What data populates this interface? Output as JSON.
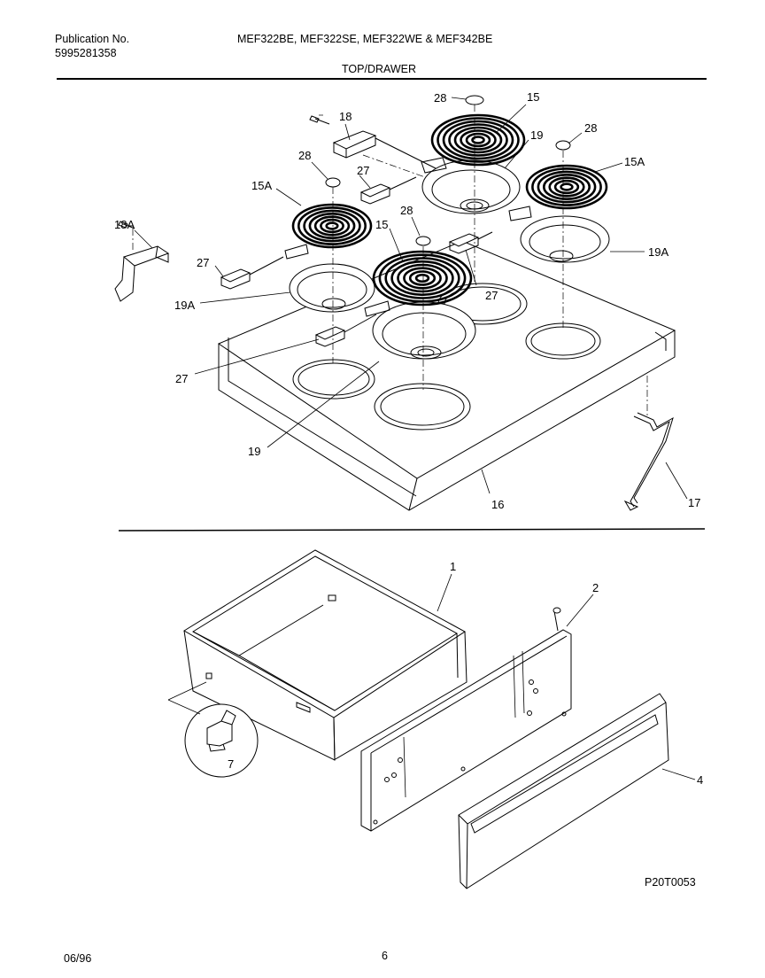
{
  "header": {
    "publication_label": "Publication No.",
    "publication_number": "5995281358",
    "models": "MEF322BE, MEF322SE, MEF322WE & MEF342BE",
    "section": "TOP/DRAWER"
  },
  "parts": {
    "p28a": "28",
    "p15a": "15",
    "p18": "18",
    "p19a": "19",
    "p28b": "28",
    "p28c": "28",
    "p27a": "27",
    "p15Aa": "15A",
    "p15Ab": "15A",
    "p28d": "28",
    "p15b": "15",
    "p18A": "18A",
    "p27b": "27",
    "p19Aa": "19A",
    "p27c": "27",
    "p19Ab": "19A",
    "p27d": "27",
    "p19b": "19",
    "p16": "16",
    "p17": "17",
    "p1": "1",
    "p2": "2",
    "p4": "4",
    "p7": "7"
  },
  "diagram_code": "P20T0053",
  "footer": {
    "date": "06/96",
    "page": "6"
  }
}
